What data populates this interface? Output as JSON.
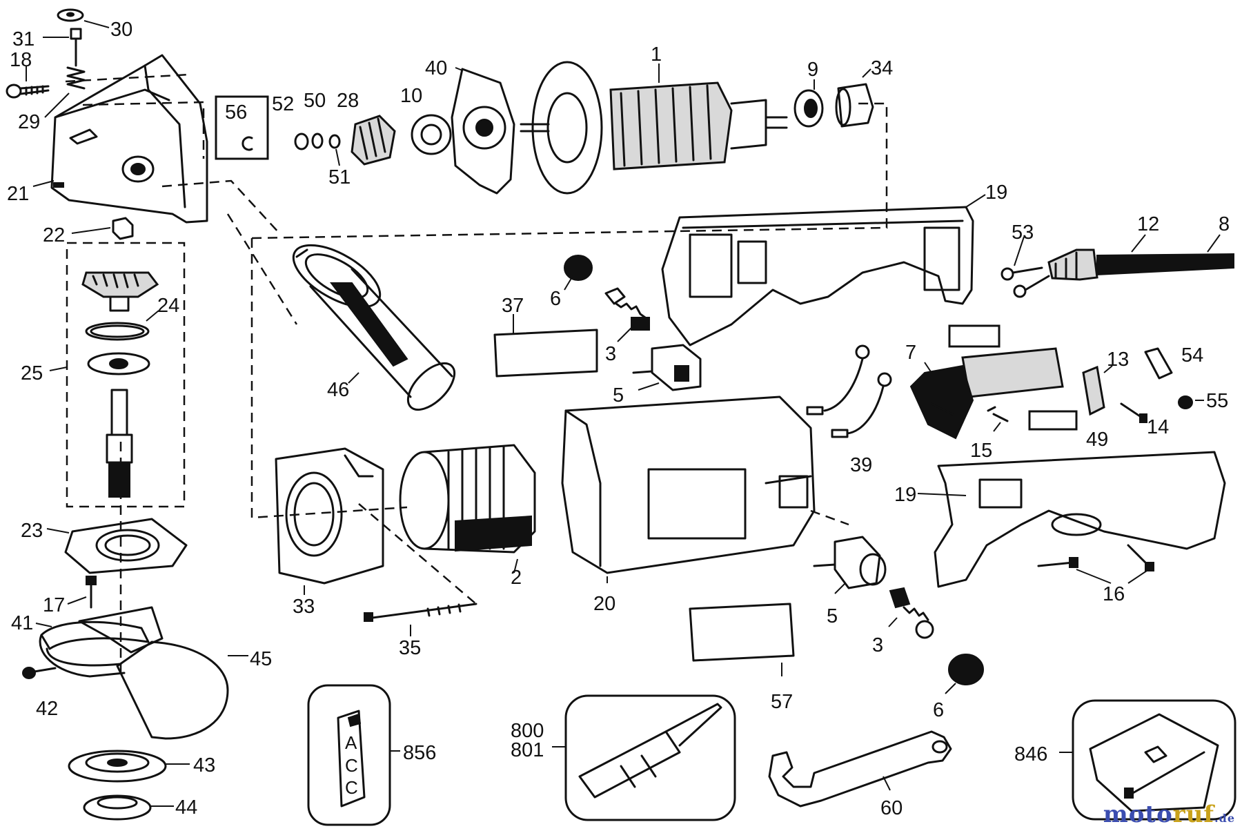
{
  "labels": {
    "l30": "30",
    "l31": "31",
    "l18": "18",
    "l29": "29",
    "l21": "21",
    "l22": "22",
    "l56": "56",
    "l52": "52",
    "l50": "50",
    "l28": "28",
    "l51": "51",
    "l10": "10",
    "l40": "40",
    "l1": "1",
    "l9": "9",
    "l34": "34",
    "l19a": "19",
    "l53": "53",
    "l12": "12",
    "l8": "8",
    "l24": "24",
    "l25": "25",
    "l37": "37",
    "l6a": "6",
    "l3a": "3",
    "l46": "46",
    "l5a": "5",
    "l7": "7",
    "l13": "13",
    "l54": "54",
    "l55": "55",
    "l14": "14",
    "l49": "49",
    "l15": "15",
    "l39": "39",
    "l23": "23",
    "l33": "33",
    "l2": "2",
    "l20": "20",
    "l19b": "19",
    "l16": "16",
    "l17": "17",
    "l41": "41",
    "l45": "45",
    "l42": "42",
    "l35": "35",
    "l5b": "5",
    "l3b": "3",
    "l57": "57",
    "l6b": "6",
    "l43": "43",
    "l44": "44",
    "l856": "856",
    "l800": "800",
    "l801": "801",
    "l60": "60",
    "l846": "846"
  },
  "acc_tag": {
    "a": "A",
    "c1": "C",
    "c2": "C"
  },
  "watermark": {
    "brand_a": "moto",
    "brand_b": "ruf",
    "tld": ".de"
  }
}
